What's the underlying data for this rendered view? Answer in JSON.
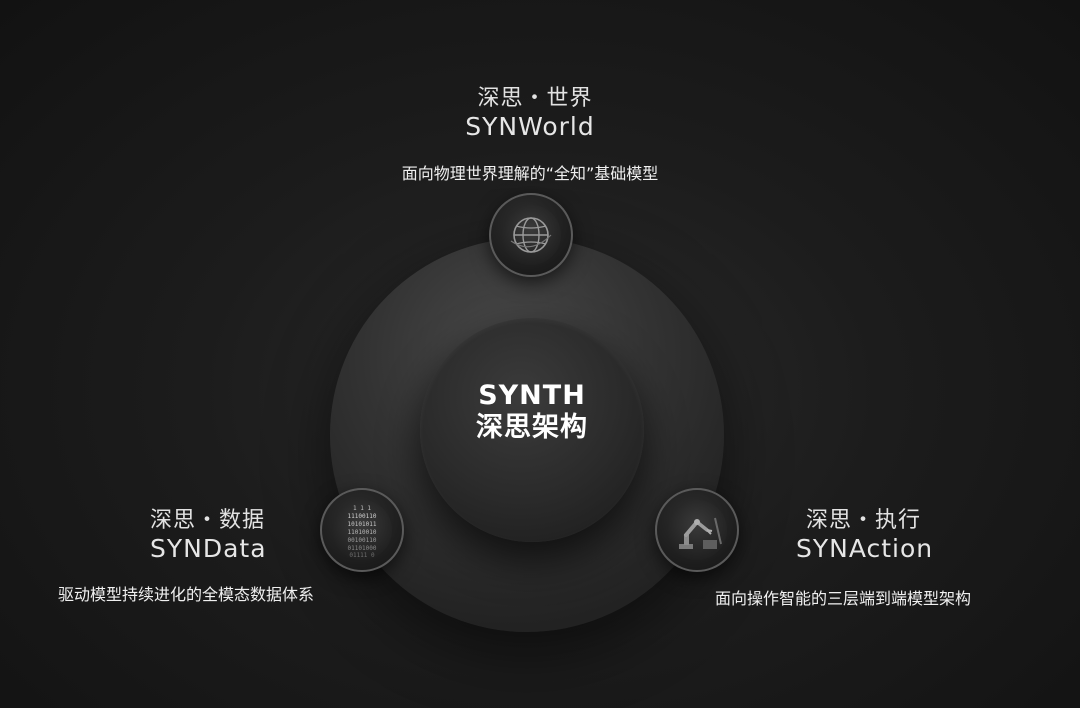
{
  "center": {
    "line1": "SYNTH",
    "line2": "深思架构"
  },
  "nodes": {
    "world": {
      "title_cn": "深思・世界",
      "title_en": "SYNWorld",
      "description": "面向物理世界理解的“全知”基础模型",
      "icon": "globe-icon"
    },
    "data": {
      "title_cn": "深思・数据",
      "title_en": "SYNData",
      "description": "驱动模型持续进化的全模态数据体系",
      "icon": "binary-data-icon",
      "binary_rows": [
        "1 1 1",
        "11100110",
        "10101011",
        "11010010",
        "00100110",
        "01101000",
        "01111 0"
      ]
    },
    "action": {
      "title_cn": "深思・执行",
      "title_en": "SYNAction",
      "description": "面向操作智能的三层端到端模型架构",
      "icon": "robot-arm-icon"
    }
  },
  "colors": {
    "background": "#1c1c1c",
    "disk": "#333333",
    "text": "#ffffff"
  }
}
